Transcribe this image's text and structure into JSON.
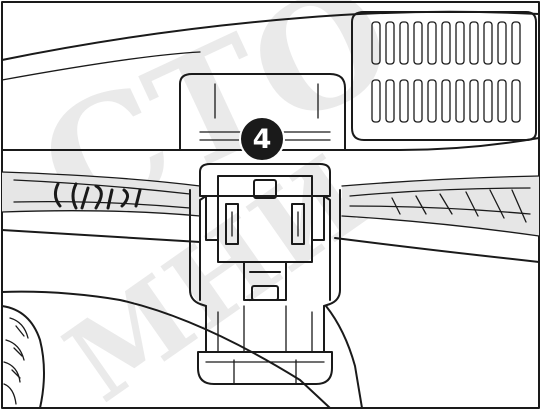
{
  "callout": {
    "label": "4"
  },
  "watermark": {
    "line1": "СТО",
    "line2": "МНИ"
  },
  "colors": {
    "line": "#1a1a1a",
    "band_fill": "#e6e6e6",
    "watermark": "#d9d9d9",
    "callout_fill": "#1a1a1a",
    "callout_text": "#ffffff"
  },
  "icons": [
    "step-number-badge",
    "phone-mount-clip",
    "ventilation-grille",
    "steering-wheel-rim"
  ]
}
